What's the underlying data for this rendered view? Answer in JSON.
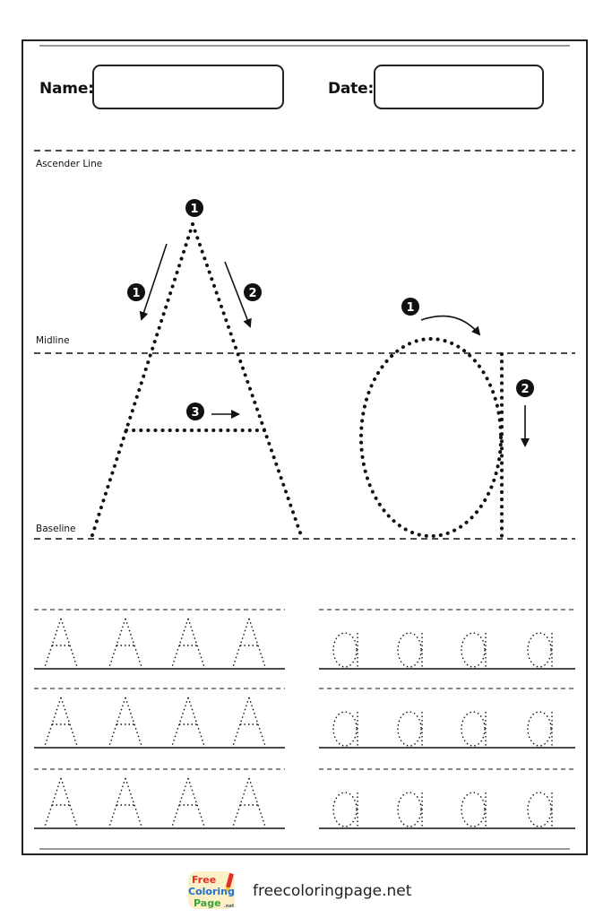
{
  "header": {
    "name_label": "Name:",
    "date_label": "Date:"
  },
  "guides": {
    "ascender": "Ascender Line",
    "midline": "Midline",
    "baseline": "Baseline"
  },
  "letters": {
    "uppercase": "A",
    "lowercase": "a",
    "upper_steps": [
      "1",
      "2",
      "3"
    ],
    "lower_steps": [
      "1",
      "2"
    ]
  },
  "practice": {
    "rows": 3,
    "per_row": 4
  },
  "footer": {
    "logo_line1": "Free",
    "logo_line2": "Coloring",
    "logo_line3": "Page",
    "logo_sub": ".net",
    "site": "freecoloringpage.net"
  },
  "colors": {
    "ink": "#111111",
    "logo_red": "#e0302a",
    "logo_blue": "#1f6fd1",
    "logo_green": "#3aa53a",
    "logo_yellow": "#f5c21b"
  }
}
